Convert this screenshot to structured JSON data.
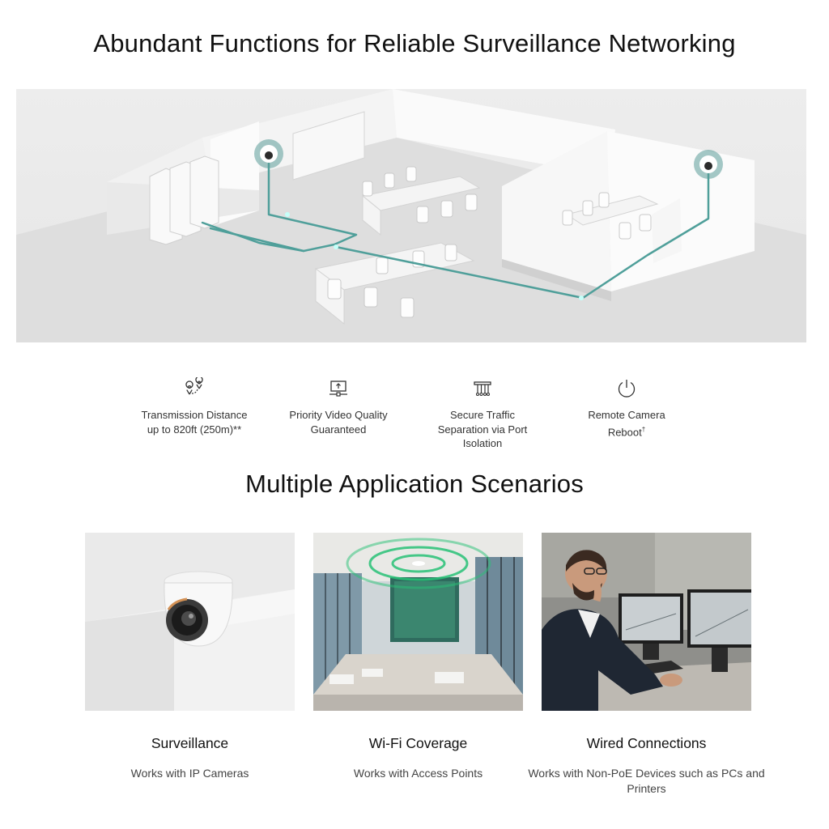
{
  "section1": {
    "title": "Abundant Functions for Reliable Surveillance Networking"
  },
  "features": [
    {
      "icon": "location-pins-icon",
      "line1": "Transmission Distance",
      "line2": "up to 820ft (250m)**"
    },
    {
      "icon": "priority-video-icon",
      "line1": "Priority Video Quality",
      "line2": "Guaranteed"
    },
    {
      "icon": "port-isolation-icon",
      "line1": "Secure Traffic",
      "line2": "Separation via Port",
      "line3": "Isolation"
    },
    {
      "icon": "power-reboot-icon",
      "line1": "Remote Camera",
      "line2": "Reboot",
      "sup": "†"
    }
  ],
  "section2": {
    "title": "Multiple Application Scenarios"
  },
  "scenarios": [
    {
      "title": "Surveillance",
      "subtitle": "Works with IP Cameras",
      "image": "dome-camera-photo"
    },
    {
      "title": "Wi-Fi Coverage",
      "subtitle": "Works with Access Points",
      "image": "office-lobby-photo"
    },
    {
      "title": "Wired Connections",
      "subtitle": "Works with Non-PoE Devices such as PCs and Printers",
      "image": "man-at-computer-photo"
    }
  ],
  "colors": {
    "accent": "#3fa39e",
    "camera_ring": "#5b9d99",
    "line_glow": "#9fe3df"
  }
}
